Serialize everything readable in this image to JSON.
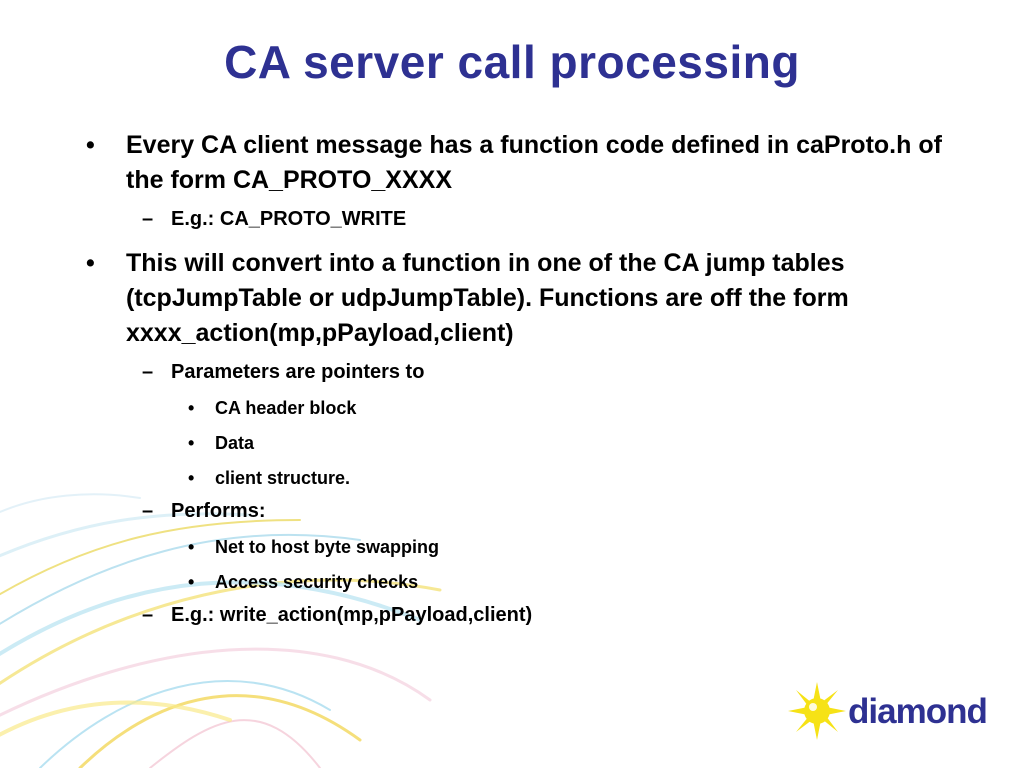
{
  "slide": {
    "title": "CA server call processing",
    "bullets": [
      {
        "level": 1,
        "text": "Every CA client message has a function code defined in caProto.h of the form CA_PROTO_XXXX"
      },
      {
        "level": 2,
        "text": "E.g.: CA_PROTO_WRITE"
      },
      {
        "level": 1,
        "text": "This will convert into a function in one of the CA jump tables (tcpJumpTable or udpJumpTable). Functions are off the form xxxx_action(mp,pPayload,client)"
      },
      {
        "level": 2,
        "text": "Parameters are pointers to"
      },
      {
        "level": 3,
        "text": "CA header block"
      },
      {
        "level": 3,
        "text": "Data"
      },
      {
        "level": 3,
        "text": "client structure."
      },
      {
        "level": 2,
        "text": "Performs:"
      },
      {
        "level": 3,
        "text": "Net to host byte swapping"
      },
      {
        "level": 3,
        "text": "Access security checks"
      },
      {
        "level": 2,
        "text": "E.g.: write_action(mp,pPayload,client)"
      }
    ],
    "markers": {
      "level1": "•",
      "level2": "–",
      "level3": "•"
    }
  },
  "logo": {
    "text": "diamond",
    "icon": "sun-burst-icon",
    "colors": {
      "word": "#2e3192",
      "sun": "#f6e216"
    }
  },
  "colors": {
    "title": "#2e3192",
    "text": "#000000"
  }
}
